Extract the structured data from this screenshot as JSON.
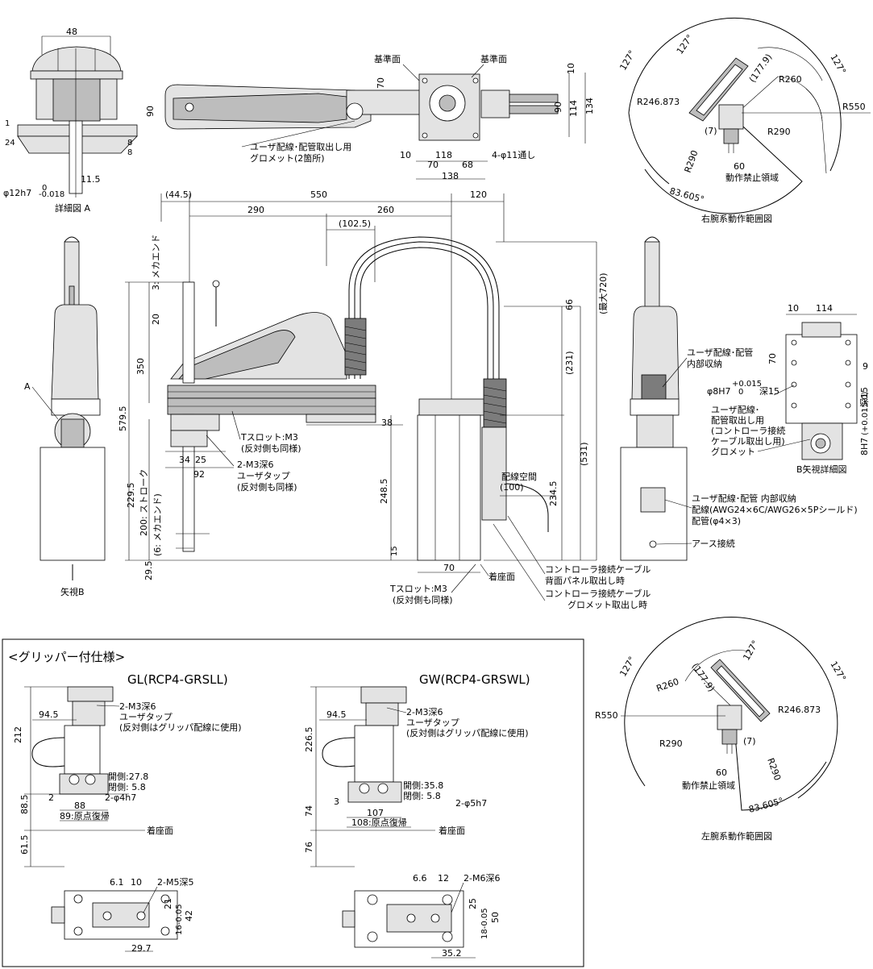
{
  "top_view": {
    "ref_plane_left": "基準面",
    "ref_plane_right": "基準面",
    "dim_70": "70",
    "dim_10": "10",
    "dim_90_left": "90",
    "dim_90_right": "90",
    "dim_114": "114",
    "dim_134": "134",
    "dim_10b": "10",
    "dim_118": "118",
    "dim_70b": "70",
    "dim_68": "68",
    "dim_138": "138",
    "hole_note": "4-φ11通し",
    "grommet_line1": "ユーザ配線･配管取出し用",
    "grommet_line2": "グロメット(2箇所)"
  },
  "detail_a": {
    "dim_48": "48",
    "dim_1": "1",
    "dim_24": "24",
    "dim_8a": "8",
    "dim_8b": "8",
    "dim_11_5": "11.5",
    "shaft": "φ12h7",
    "tol_upper": "0",
    "tol_lower": "-0.018",
    "caption": "詳細図 A"
  },
  "front_view": {
    "dim_44_5": "(44.5)",
    "dim_550": "550",
    "dim_120": "120",
    "dim_290": "290",
    "dim_260": "260",
    "dim_102_5": "(102.5)",
    "mech_end_top": "3: メカエンド",
    "dim_350": "350",
    "dim_579_5": "579.5",
    "dim_20": "20",
    "dim_229_5": "229.5",
    "stroke": "200: ストローク",
    "mech_end_bottom": "(6: メカエンド)",
    "dim_29_5": "29.5",
    "dim_34": "34",
    "dim_25": "25",
    "dim_92": "92",
    "tslot_top_1": "Tスロット:M3",
    "tslot_top_2": "(反対側も同様)",
    "tap_1": "2-M3深6",
    "tap_2": "ユーザタップ",
    "tap_3": "(反対側も同様)",
    "dim_38": "38",
    "dim_66": "66",
    "dim_231": "(231)",
    "dim_531": "(531)",
    "dim_720": "(最大720)",
    "dim_100": "(100)",
    "wiring_space": "配線空間",
    "dim_248_5": "248.5",
    "dim_234_5": "234.5",
    "dim_15": "15",
    "dim_70": "70",
    "tslot_bottom_1": "Tスロット:M3",
    "tslot_bottom_2": "(反対側も同様)",
    "base_surface": "着座面",
    "cable_back_1": "コントローラ接続ケーブル",
    "cable_back_2": "背面パネル取出し時",
    "cable_grom_1": "コントローラ接続ケーブル",
    "cable_grom_2": "グロメット取出し時",
    "label_a": "A",
    "view_b": "矢視B"
  },
  "side_view": {
    "internal_1": "ユーザ配線･配管",
    "internal_2": "内部収納",
    "spec_1": "ユーザ配線･配管 内部収納",
    "spec_2": "配線(AWG24×6C/AWG26×5Pシールド)",
    "spec_3": "配管(φ4×3)",
    "earth": "アース接続"
  },
  "view_b_detail": {
    "dim_10": "10",
    "dim_114": "114",
    "dim_70": "70",
    "dim_9": "9",
    "hole_1": "φ8H7",
    "hole_tol_1": "+0.015",
    "hole_tol_0": "0",
    "hole_depth": "深15",
    "slot": "8H7",
    "slot_tol": "(+0.015 0)",
    "slot_depth": "深15",
    "grommet_1": "ユーザ配線･",
    "grommet_2": "配管取出し用",
    "grommet_3": "(コントローラ接続",
    "grommet_4": "ケーブル取出し用)",
    "grommet_5": "グロメット",
    "caption": "B矢視詳細図"
  },
  "right_arm_range": {
    "a127_1": "127°",
    "a127_2": "127°",
    "a127_3": "127°",
    "r177_9": "(177.9)",
    "r260": "R260",
    "r246_873": "R246.873",
    "r550": "R550",
    "r290a": "R290",
    "r290b": "R290",
    "d7": "(7)",
    "d60": "60",
    "forbidden": "動作禁止領域",
    "a83_605": "83.605°",
    "caption": "右腕系動作範囲図"
  },
  "left_arm_range": {
    "a127_1": "127°",
    "a127_2": "127°",
    "a127_3": "127°",
    "r177_9": "(177.9)",
    "r260": "R260",
    "r246_873": "R246.873",
    "r550": "R550",
    "r290a": "R290",
    "r290b": "R290",
    "d7": "(7)",
    "d60": "60",
    "forbidden": "動作禁止領域",
    "a83_605": "83.605°",
    "caption": "左腕系動作範囲図"
  },
  "gripper": {
    "section_title": "<グリッパー付仕様>",
    "gl": {
      "title": "GL(RCP4-GRSLL)",
      "dim_94_5": "94.5",
      "tap_1": "2-M3深6",
      "tap_2": "ユーザタップ",
      "tap_3": "(反対側はグリッパ配線に使用)",
      "dim_212": "212",
      "open": "開側:27.8",
      "close": "閉側:  5.8",
      "dim_2": "2",
      "hole": "2-φ4h7",
      "dim_88": "88",
      "home": "89:原点復帰",
      "dim_88_5": "88.5",
      "base": "着座面",
      "dim_61_5": "61.5",
      "dim_6_1": "6.1",
      "dim_10": "10",
      "m5": "2-M5深5",
      "dim_21": "21",
      "dim_16": "16-0.05",
      "dim_42": "42",
      "dim_29_7": "29.7"
    },
    "gw": {
      "title": "GW(RCP4-GRSWL)",
      "dim_94_5": "94.5",
      "tap_1": "2-M3深6",
      "tap_2": "ユーザタップ",
      "tap_3": "(反対側はグリッパ配線に使用)",
      "dim_226_5": "226.5",
      "open": "開側:35.8",
      "close": "閉側:  5.8",
      "dim_3": "3",
      "hole": "2-φ5h7",
      "dim_107": "107",
      "home": "108:原点復帰",
      "dim_74": "74",
      "base": "着座面",
      "dim_76": "76",
      "dim_6_6": "6.6",
      "dim_12": "12",
      "m6": "2-M6深6",
      "dim_25": "25",
      "dim_18": "18-0.05",
      "dim_50": "50",
      "dim_35_2": "35.2"
    }
  }
}
